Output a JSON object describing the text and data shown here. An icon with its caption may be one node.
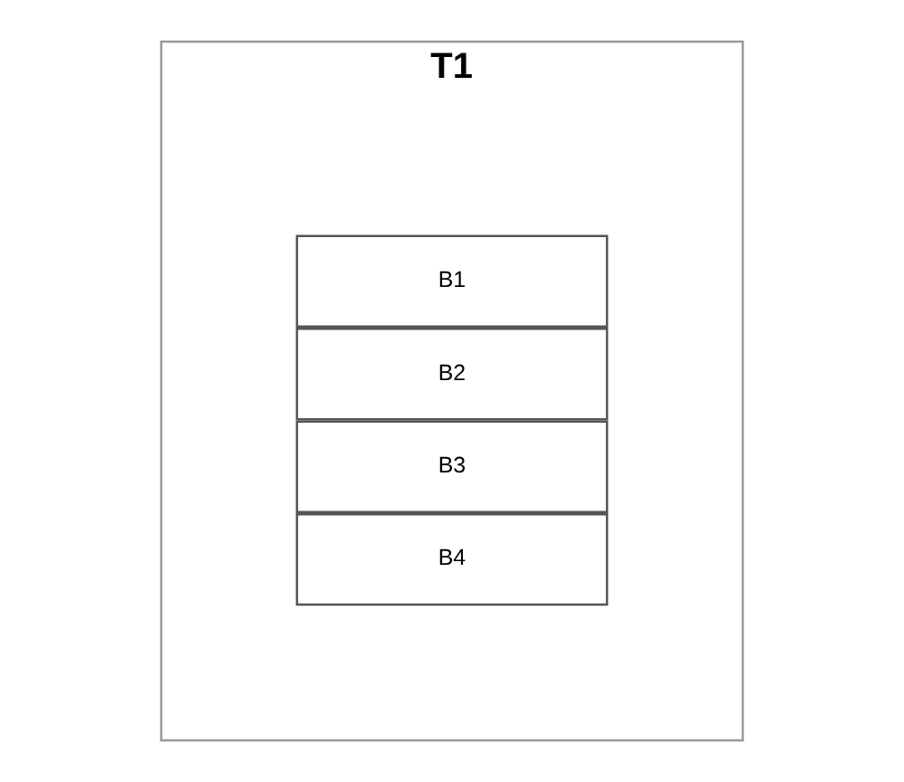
{
  "diagram": {
    "nodes": [
      {
        "text": [
          "T1"
        ]
      },
      {
        "text": [
          "B1"
        ],
        "in": 0
      },
      {
        "text": [
          "B2"
        ],
        "in": 0
      },
      {
        "text": [
          "B3"
        ],
        "in": 0
      },
      {
        "text": [
          "B4"
        ],
        "in": 0
      }
    ]
  }
}
